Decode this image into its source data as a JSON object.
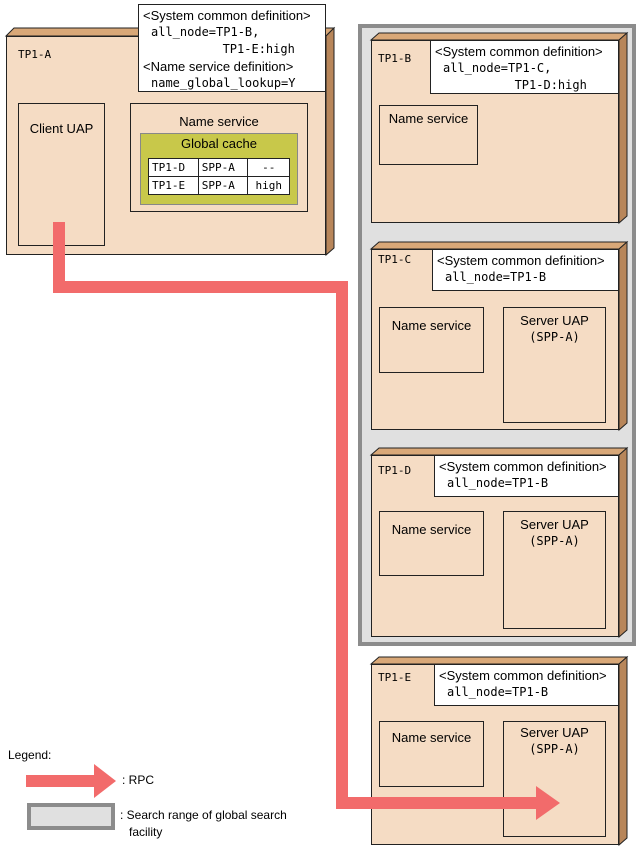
{
  "tp1a": {
    "label": "TP1-A",
    "def_system_header": "<System common definition>",
    "def_system_line1": "all_node=TP1-B,",
    "def_system_line2": "       TP1-E:high",
    "def_ns_header": "<Name service definition>",
    "def_ns_line1": "name_global_lookup=Y",
    "client_uap": "Client UAP",
    "name_service": "Name service",
    "global_cache": "Global cache",
    "cache_rows": [
      {
        "node": "TP1-D",
        "server": "SPP-A",
        "priority": "--"
      },
      {
        "node": "TP1-E",
        "server": "SPP-A",
        "priority": "high"
      }
    ]
  },
  "tp1b": {
    "label": "TP1-B",
    "def_system_header": "<System common definition>",
    "def_line1": "all_node=TP1-C,",
    "def_line2": "       TP1-D:high",
    "name_service": "Name service"
  },
  "tp1c": {
    "label": "TP1-C",
    "def_system_header": "<System common definition>",
    "def_line1": "all_node=TP1-B",
    "name_service": "Name service",
    "server_uap": "Server UAP",
    "server_spp": "(SPP-A)"
  },
  "tp1d": {
    "label": "TP1-D",
    "def_system_header": "<System common definition>",
    "def_line1": "all_node=TP1-B",
    "name_service": "Name service",
    "server_uap": "Server UAP",
    "server_spp": "(SPP-A)"
  },
  "tp1e": {
    "label": "TP1-E",
    "def_system_header": "<System common definition>",
    "def_line1": "all_node=TP1-B",
    "name_service": "Name service",
    "server_uap": "Server UAP",
    "server_spp": "(SPP-A)"
  },
  "legend": {
    "title": "Legend:",
    "rpc": ": RPC",
    "search_range_line1": ": Search range of global search",
    "search_range_line2": "facility"
  },
  "colors": {
    "node_fill": "#f5dcc4",
    "node_side": "#b8865a",
    "cache_fill": "#c8c84a",
    "rpc_arrow": "#f26b6b",
    "search_range_fill": "#e0e0e0",
    "search_range_border": "#8c8c8c"
  }
}
